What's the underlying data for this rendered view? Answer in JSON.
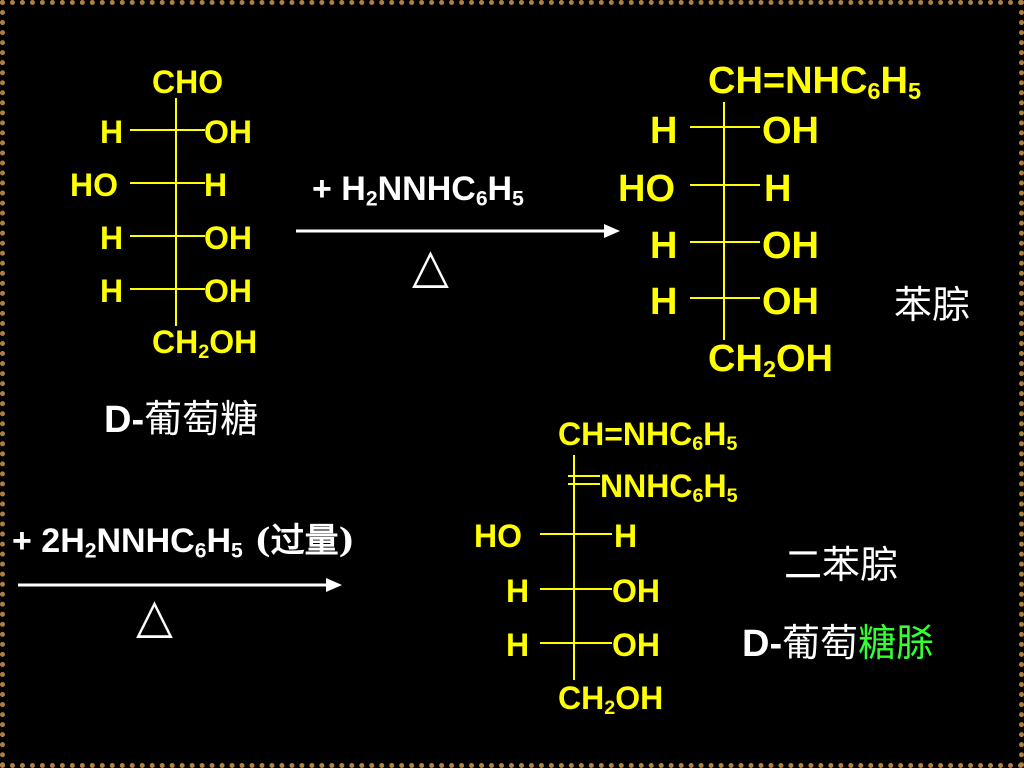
{
  "glucose": {
    "top": "CHO",
    "rows": [
      {
        "left": "H",
        "right": "OH"
      },
      {
        "left": "HO",
        "right": "H"
      },
      {
        "left": "H",
        "right": "OH"
      },
      {
        "left": "H",
        "right": "OH"
      }
    ],
    "bottom_main": "CH",
    "bottom_sub": "2",
    "bottom_tail": "OH",
    "name_prefix": "D-",
    "name_cn": "葡萄糖"
  },
  "reaction1": {
    "reagent_plus": "+ H",
    "sub1": "2",
    "mid": "NNHC",
    "sub2": "6",
    "h": "H",
    "sub3": "5",
    "condition": "△"
  },
  "phenylhydrazone": {
    "top_main": "CH=NHC",
    "top_sub": "6",
    "top_h": "H",
    "top_sub2": "5",
    "rows": [
      {
        "left": "H",
        "right": "OH"
      },
      {
        "left": "HO",
        "right": "H"
      },
      {
        "left": "H",
        "right": "OH"
      },
      {
        "left": "H",
        "right": "OH"
      }
    ],
    "bottom_main": "CH",
    "bottom_sub": "2",
    "bottom_tail": "OH",
    "name_cn": "苯腙"
  },
  "reaction2": {
    "reagent_plus": "+ 2H",
    "sub1": "2",
    "mid": "NNHC",
    "sub2": "6",
    "h": "H",
    "sub3": "5",
    "excess": " (过量)",
    "condition": "△"
  },
  "osazone": {
    "top_main": "CH=NHC",
    "top_sub": "6",
    "top_h": "H",
    "top_sub2": "5",
    "second_main": "NNHC",
    "second_sub": "6",
    "second_h": "H",
    "second_sub2": "5",
    "rows": [
      {
        "left": "HO",
        "right": "H"
      },
      {
        "left": "H",
        "right": "OH"
      },
      {
        "left": "H",
        "right": "OH"
      }
    ],
    "bottom_main": "CH",
    "bottom_sub": "2",
    "bottom_tail": "OH",
    "name_cn": "二苯腙",
    "full_prefix": "D-",
    "full_white": "葡萄",
    "full_green": "糖脎"
  },
  "colors": {
    "structure": "#ffff00",
    "text": "#ffffff",
    "highlight": "#33ff33",
    "background": "#000000"
  }
}
